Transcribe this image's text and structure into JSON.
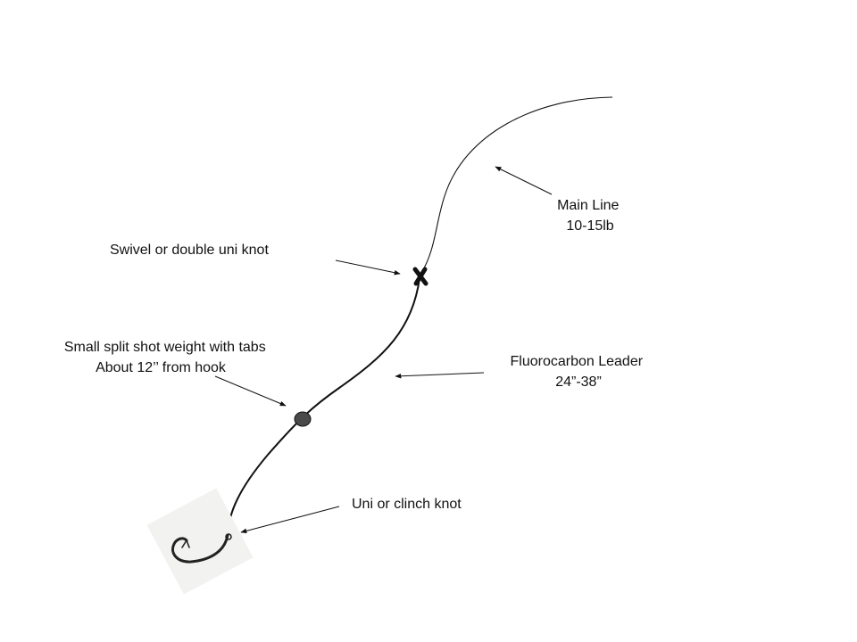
{
  "labels": {
    "main_line": {
      "line1": "Main Line",
      "line2": "10-15lb"
    },
    "swivel": {
      "line1": "Swivel or double uni knot"
    },
    "split_shot": {
      "line1": "Small split shot weight with tabs",
      "line2": "About 12’’ from hook"
    },
    "leader": {
      "line1": "Fluorocarbon Leader",
      "line2": "24”-38”"
    },
    "knot": {
      "line1": "Uni or clinch knot"
    }
  },
  "icons": {
    "swivel": "swivel-icon",
    "weight": "split-shot-icon",
    "hook": "hook-icon"
  },
  "colors": {
    "line": "#111111",
    "weight_fill": "#4a4a4a",
    "hook_background": "#f2f2f0",
    "text": "#111111"
  }
}
